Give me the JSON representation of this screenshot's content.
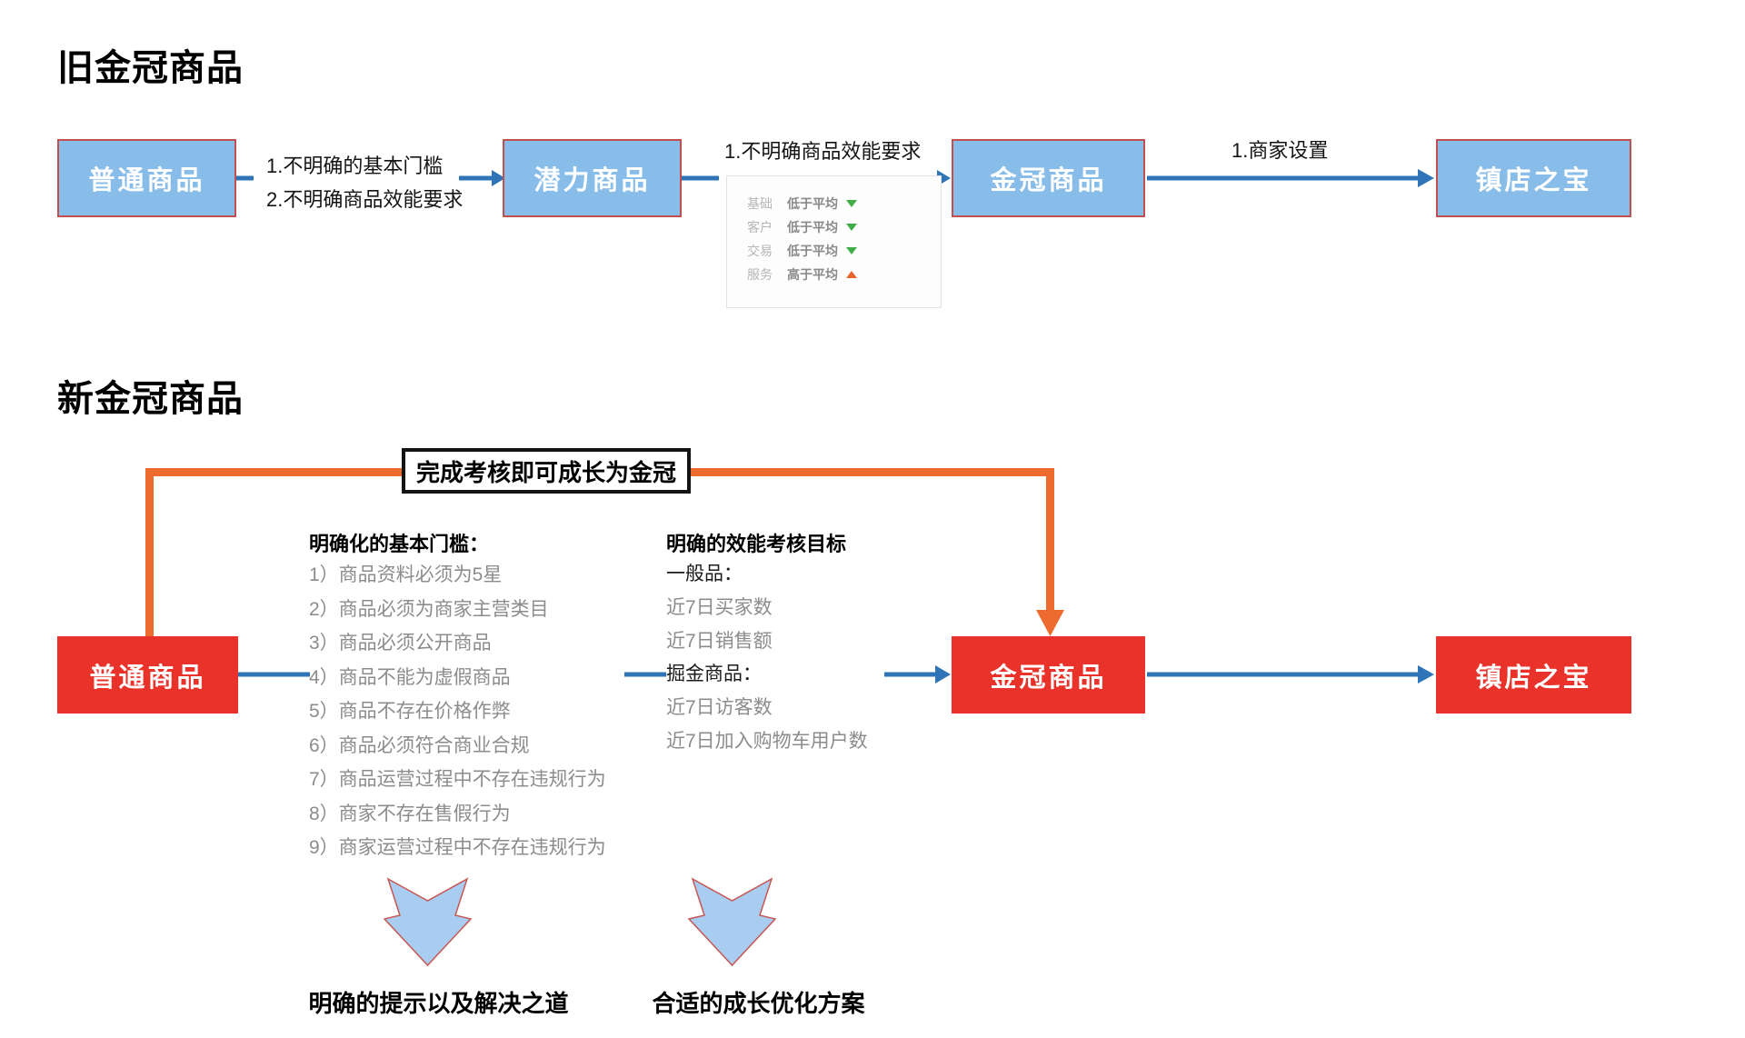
{
  "colors": {
    "node_blue": "#89BDE9",
    "node_blue_border": "#C0504D",
    "node_red": "#E8322A",
    "connector_blue": "#2E74B6",
    "connector_orange": "#ED6B2F",
    "trend_down_green": "#3FAE49",
    "trend_up_orange": "#E8642C",
    "muted_text": "#8C8C8C"
  },
  "old_section": {
    "title": "旧金冠商品",
    "nodes": {
      "normal": "普通商品",
      "potential": "潜力商品",
      "gold": "金冠商品",
      "treasure": "镇店之宝"
    },
    "edge_normal_to_potential": {
      "lines": [
        "1.不明确的基本门槛",
        "2.不明确商品效能要求"
      ]
    },
    "edge_potential_to_gold": {
      "label": "1.不明确商品效能要求",
      "metrics_panel": {
        "rows": [
          {
            "label": "基础",
            "value": "低于平均",
            "trend": "down"
          },
          {
            "label": "客户",
            "value": "低于平均",
            "trend": "down"
          },
          {
            "label": "交易",
            "value": "低于平均",
            "trend": "down"
          },
          {
            "label": "服务",
            "value": "高于平均",
            "trend": "up"
          }
        ]
      }
    },
    "edge_gold_to_treasure": {
      "label": "1.商家设置"
    }
  },
  "new_section": {
    "title": "新金冠商品",
    "callout": "完成考核即可成长为金冠",
    "nodes": {
      "normal": "普通商品",
      "gold": "金冠商品",
      "treasure": "镇店之宝"
    },
    "threshold_list": {
      "heading": "明确化的基本门槛：",
      "items": [
        "1）商品资料必须为5星",
        "2）商品必须为商家主营类目",
        "3）商品必须公开商品",
        "4）商品不能为虚假商品",
        "5）商品不存在价格作弊",
        "6）商品必须符合商业合规",
        "7）商品运营过程中不存在违规行为",
        "8）商家不存在售假行为",
        "9）商家运营过程中不存在违规行为"
      ]
    },
    "target_list": {
      "heading": "明确的效能考核目标",
      "rows": [
        {
          "text": "一般品：",
          "kind": "label"
        },
        {
          "text": "近7日买家数",
          "kind": "item"
        },
        {
          "text": "近7日销售额",
          "kind": "item"
        },
        {
          "text": "掘金商品：",
          "kind": "label"
        },
        {
          "text": "近7日访客数",
          "kind": "item"
        },
        {
          "text": "近7日加入购物车用户数",
          "kind": "item"
        }
      ]
    },
    "outcome_left": "明确的提示以及解决之道",
    "outcome_right": "合适的成长优化方案"
  }
}
